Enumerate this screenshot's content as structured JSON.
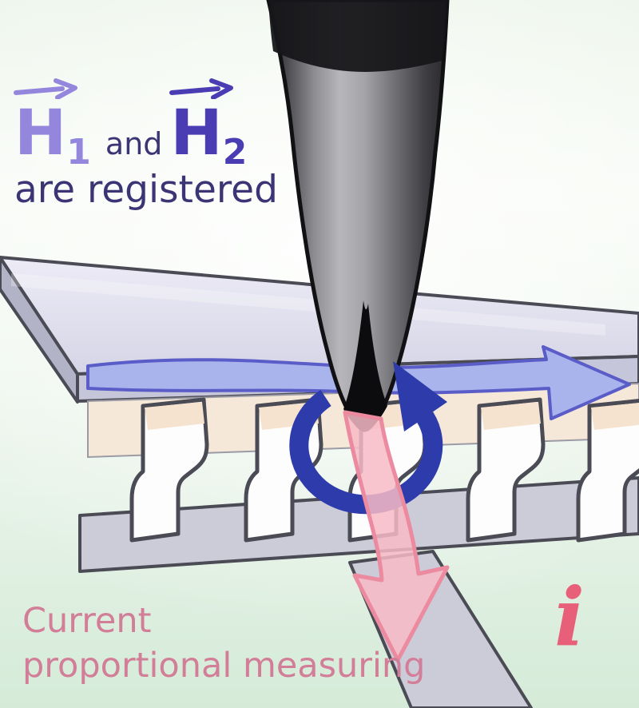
{
  "figure": {
    "top_annotation": {
      "h1_letter": "H",
      "h1_subscript": "1",
      "conjunction": "and",
      "h2_letter": "H",
      "h2_subscript": "2",
      "line2": "are registered"
    },
    "bottom_annotation": {
      "line1": "Current",
      "line2": "proportional measuring",
      "symbol": "i"
    }
  },
  "icons": {
    "h1_vector_arrow": "right-arrow-over-H1",
    "h2_vector_arrow": "right-arrow-over-H2",
    "field_flow_arrow": "horizontal-magnetic-field-arrow",
    "circulation_arrow": "circular-field-around-probe-arrow",
    "current_arrow": "downward-current-arrow"
  },
  "colors": {
    "h1_text": "#9486dd",
    "h2_text": "#4a3db3",
    "dark_text": "#3b3575",
    "current_text": "#d27e98",
    "current_symbol_text": "#e75f78",
    "field_arrow_fill": "#a9b3ec",
    "field_arrow_stroke": "#5a5cc8",
    "circulation_arrow": "#2e3cab",
    "current_arrow_fill": "#f7bac6",
    "current_arrow_stroke": "#ec8aa0",
    "chip_front": "#c6c6da",
    "chip_side": "#b3b3c8",
    "lead_fill": "#fdfdfd",
    "lead_top_fill": "#f6e3cf",
    "shelf_fill": "#f6e8d8",
    "board_fill": "#cbccd8",
    "outline": "#4b4b55",
    "bg_top": "#eef6ec",
    "bg_bottom": "#d5ebd8"
  }
}
